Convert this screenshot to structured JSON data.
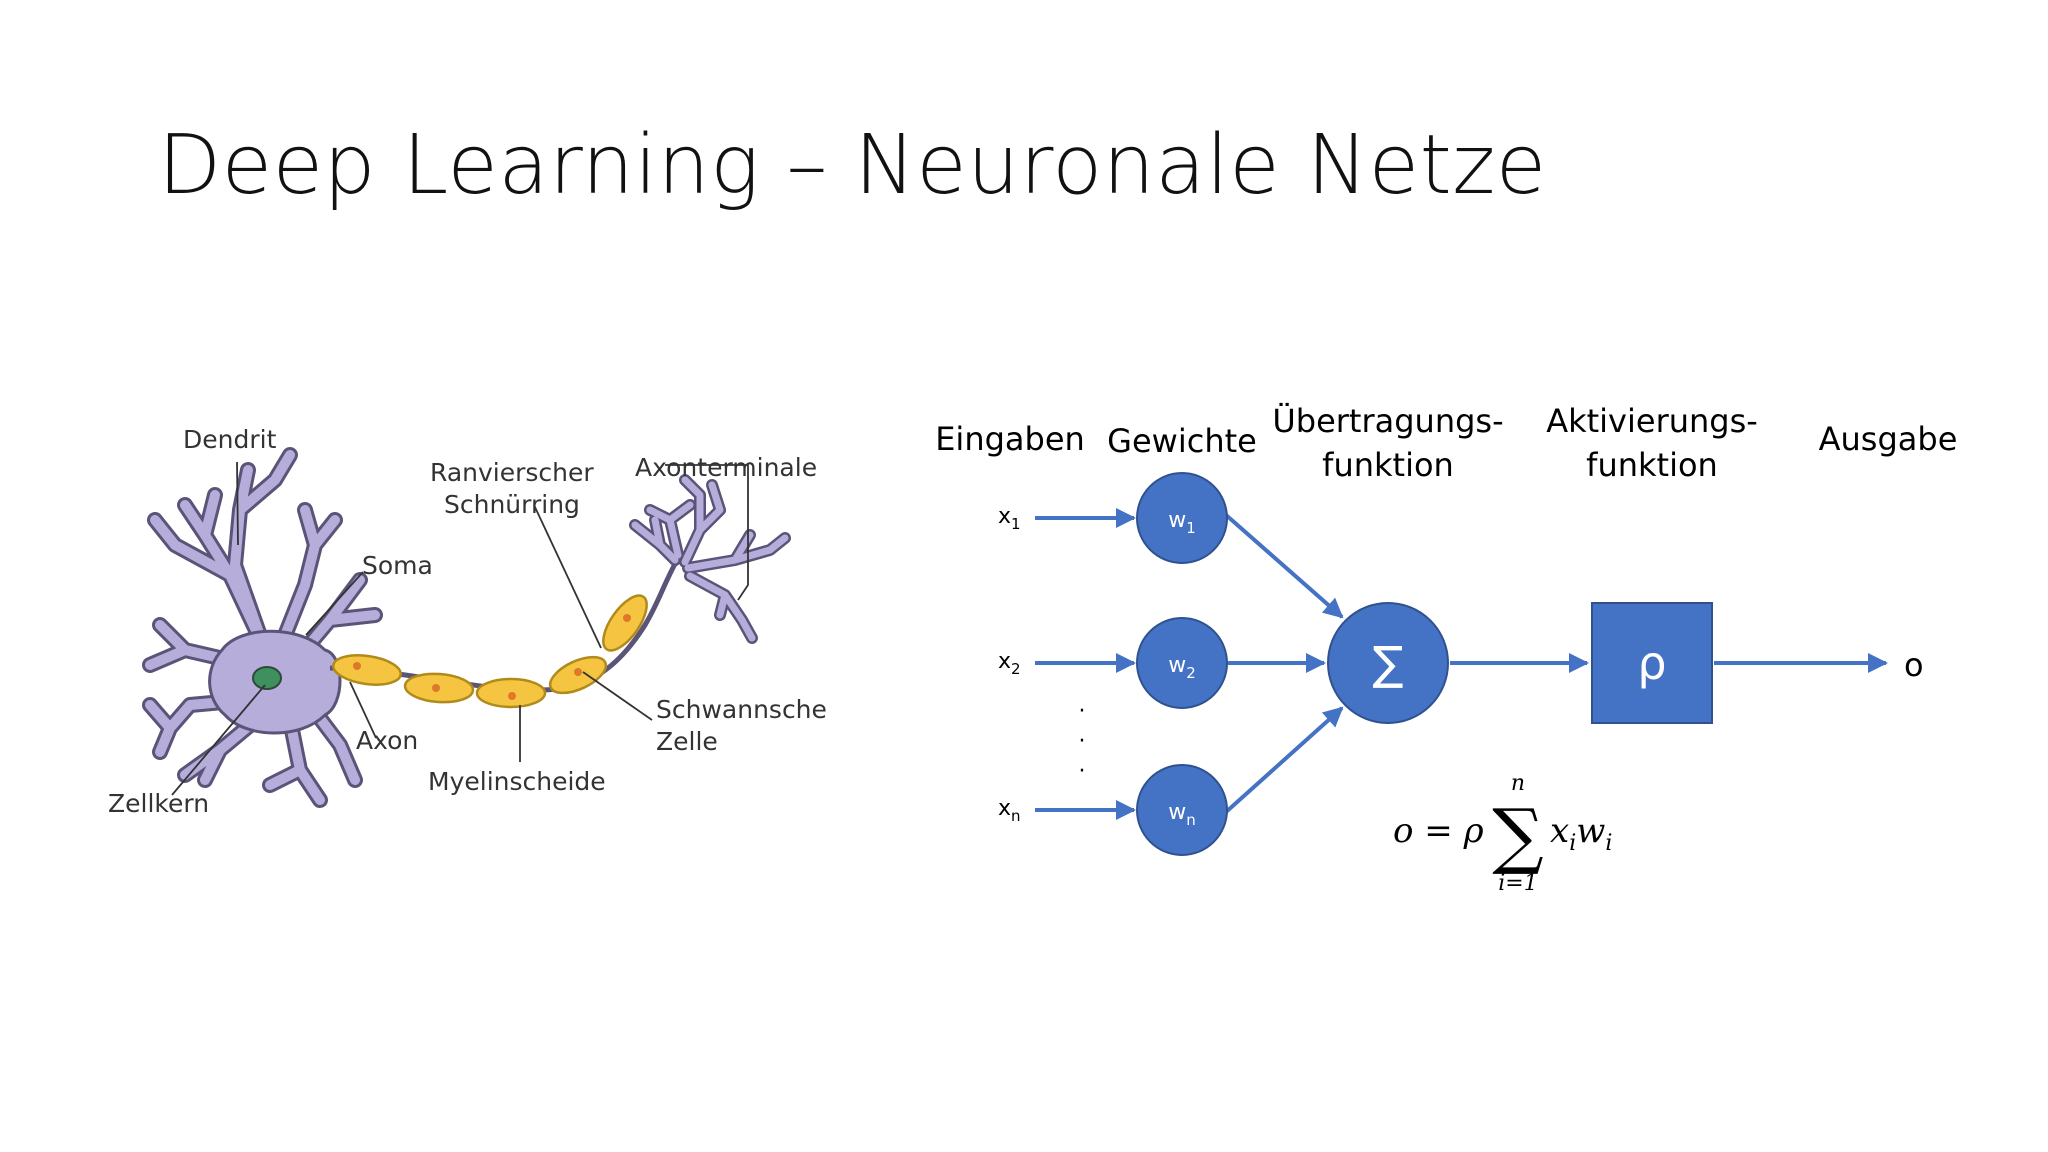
{
  "slide": {
    "title": "Deep Learning – Neuronale Netze"
  },
  "neuron": {
    "dendrit": "Dendrit",
    "soma": "Soma",
    "ranvier_line1": "Ranvierscher",
    "ranvier_line2": "Schnürring",
    "axonterminale": "Axonterminale",
    "axon": "Axon",
    "zellkern": "Zellkern",
    "myelinscheide": "Myelinscheide",
    "schwann_line1": "Schwannsche",
    "schwann_line2": "Zelle"
  },
  "perceptron": {
    "headers": {
      "eingaben": "Eingaben",
      "gewichte": "Gewichte",
      "uebertragung_line1": "Übertragungs-",
      "uebertragung_line2": "funktion",
      "aktivierung_line1": "Aktivierungs-",
      "aktivierung_line2": "funktion",
      "ausgabe": "Ausgabe"
    },
    "inputs": [
      {
        "base": "x",
        "sub": "1"
      },
      {
        "base": "x",
        "sub": "2"
      },
      {
        "base": "x",
        "sub": "n"
      }
    ],
    "weights": [
      {
        "base": "w",
        "sub": "1"
      },
      {
        "base": "w",
        "sub": "2"
      },
      {
        "base": "w",
        "sub": "n"
      }
    ],
    "ellipsis": [
      "·",
      "·",
      "·"
    ],
    "sum_symbol": "∑",
    "activation_symbol": "ρ",
    "output": "o",
    "formula": {
      "lhs": "o = ρ",
      "sum": "∑",
      "upper": "n",
      "lower": "i=1",
      "x": "x",
      "x_sub": "i",
      "w": "w",
      "w_sub": "i"
    },
    "colors": {
      "node": "#4472c4",
      "node_stroke": "#2f528f",
      "arrow": "#4472c4"
    }
  },
  "colors": {
    "neuron_body": "#b6addb",
    "neuron_outline": "#5a5478",
    "nucleus": "#3f8f5f",
    "myelin": "#f5c542",
    "myelin_outline": "#b08a1a",
    "myelin_dot": "#e0782a"
  }
}
